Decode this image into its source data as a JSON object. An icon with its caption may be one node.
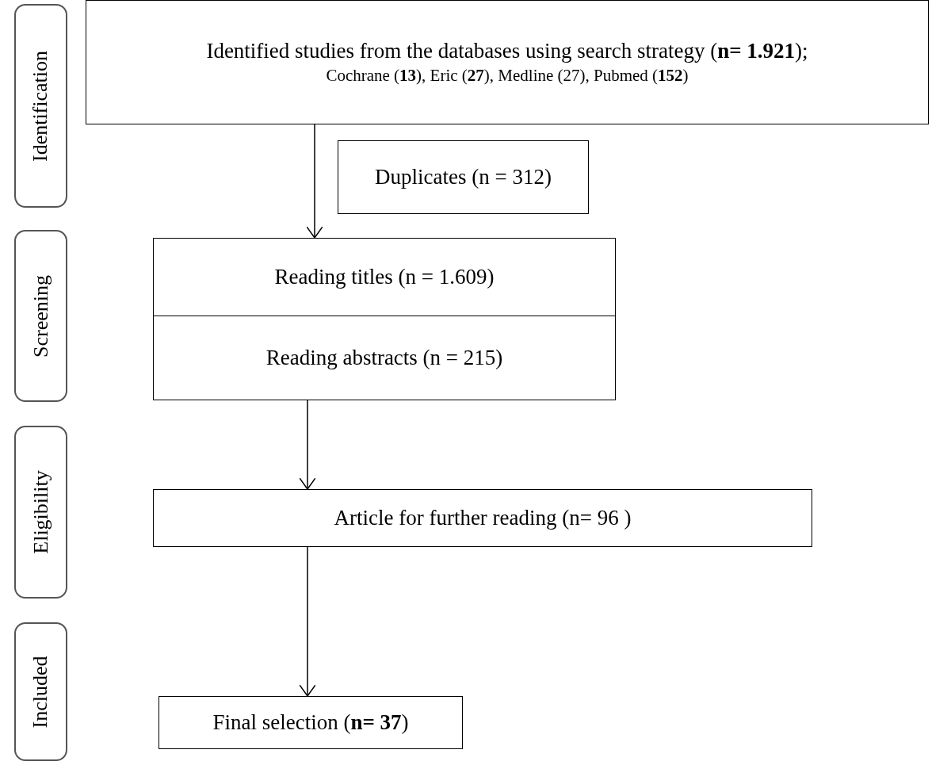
{
  "diagram": {
    "nodes": [
      {
        "text": [
          "Identification"
        ]
      },
      {
        "text": [
          "Screening"
        ]
      },
      {
        "text": [
          "Eligibility"
        ]
      },
      {
        "text": [
          "Included"
        ]
      },
      {
        "text": [
          "Identified studies from the databases using search strategy (**n= 1.921**);",
          "Cochrane (**13**), Eric (**27**), Medline (27), Pubmed (**152**)"
        ]
      },
      {
        "text": [
          "Duplicates (n = 312)"
        ]
      },
      {
        "text": [
          "Reading titles (n = 1.609)"
        ]
      },
      {
        "text": [
          "Reading abstracts (n = 215)"
        ]
      },
      {
        "text": [
          "Article for further reading (n= 96 )"
        ]
      },
      {
        "text": [
          "Final selection (**n= 37**)"
        ]
      }
    ],
    "edges": [
      {
        "from": 4,
        "to": 6,
        "arrow": "to"
      },
      {
        "from": 7,
        "to": 8,
        "arrow": "to"
      },
      {
        "from": 8,
        "to": 9,
        "arrow": "to"
      }
    ]
  }
}
